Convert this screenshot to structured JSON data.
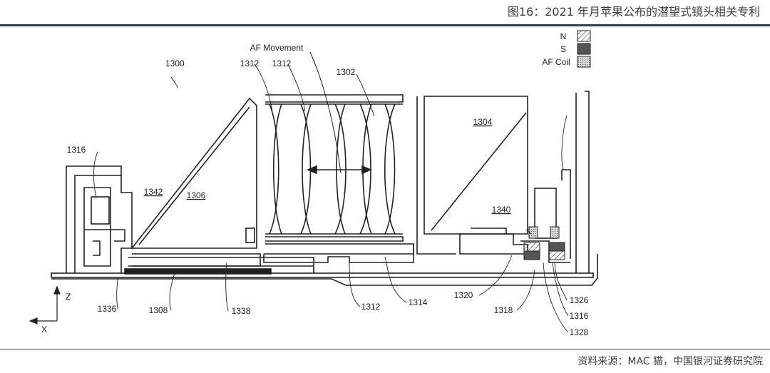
{
  "header": {
    "title": "图16：2021 年月苹果公布的潜望式镜头相关专利"
  },
  "footer": {
    "source": "资料来源：MAC 猫，中国银河证券研究院"
  },
  "diagram": {
    "figure_number": "1300",
    "motion_label": "AF Movement",
    "legend": [
      {
        "label": "N",
        "swatch": "hatch"
      },
      {
        "label": "S",
        "swatch": "dark"
      },
      {
        "label": "AF Coil",
        "swatch": "dots"
      }
    ],
    "part_labels": {
      "p1302": "1302",
      "p1304": "1304",
      "p1306": "1306",
      "p1308": "1308",
      "p1312a": "1312",
      "p1312b": "1312",
      "p1312c": "1312",
      "p1314": "1314",
      "p1316a": "1316",
      "p1316b": "1316",
      "p1318": "1318",
      "p1320": "1320",
      "p1326": "1326",
      "p1328": "1328",
      "p1336": "1336",
      "p1338": "1338",
      "p1340": "1340",
      "p1342": "1342"
    },
    "axis_labels": {
      "z": "Z",
      "x": "X"
    }
  }
}
